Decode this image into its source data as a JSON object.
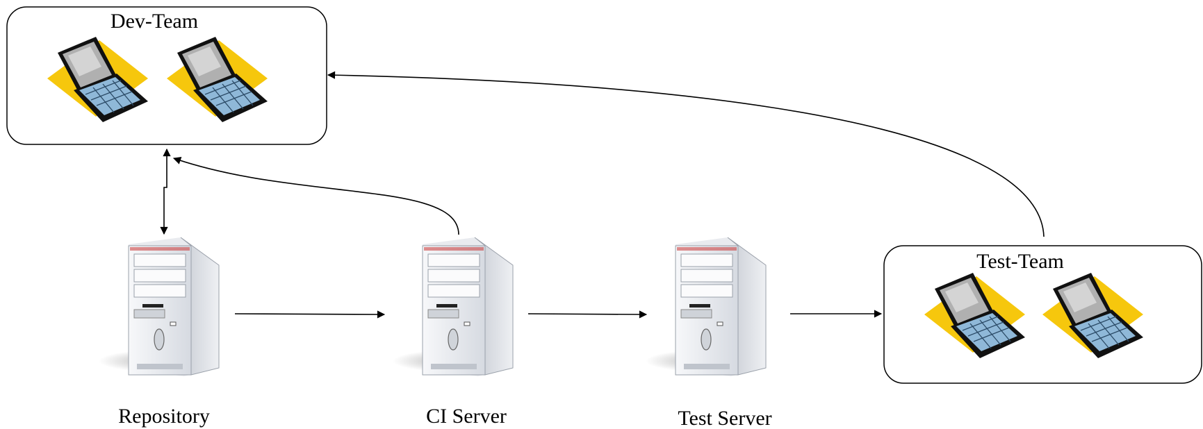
{
  "groups": {
    "dev_team": {
      "label": "Dev-Team"
    },
    "test_team": {
      "label": "Test-Team"
    }
  },
  "servers": {
    "repository": {
      "label": "Repository"
    },
    "ci_server": {
      "label": "CI Server"
    },
    "test_server": {
      "label": "Test Server"
    }
  },
  "icons": {
    "laptop": "laptop-icon",
    "server": "server-tower-icon"
  },
  "colors": {
    "laptop_accent": "#f5c400",
    "laptop_screen": "#a8a8a8",
    "laptop_keys": "#8fb8d8",
    "server_body": "#e6e9ee",
    "box_stroke": "#000000",
    "arrow": "#000000"
  }
}
